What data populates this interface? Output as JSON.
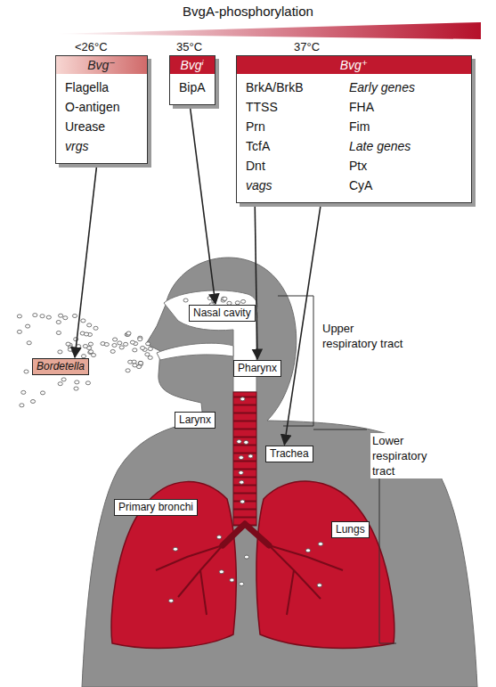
{
  "diagram": {
    "title": "BvgA-phosphorylation",
    "nodes": [
      {
        "text": [
          "Bvg⁻",
          "Flagella",
          "O-antigen",
          "Urease",
          "vrgs"
        ]
      },
      {
        "text": [
          "Bvgⁱ",
          "BipA"
        ]
      },
      {
        "text": [
          "Bvg⁺",
          "BrkA/BrkB",
          "TTSS",
          "Prn",
          "TcfA",
          "Dnt",
          "vags",
          "Early genes",
          "FHA",
          "Fim",
          "Late genes",
          "Ptx",
          "CyA"
        ]
      },
      {
        "text": [
          "Nasal cavity"
        ]
      },
      {
        "text": [
          "Pharynx"
        ]
      },
      {
        "text": [
          "Bordetella"
        ]
      },
      {
        "text": [
          "Larynx"
        ]
      },
      {
        "text": [
          "Trachea"
        ]
      },
      {
        "text": [
          "Primary bronchi"
        ]
      },
      {
        "text": [
          "Lungs"
        ]
      }
    ],
    "edges": [
      {
        "from": 0,
        "to": 5,
        "arrow": "to"
      },
      {
        "from": 1,
        "to": 3,
        "arrow": "to"
      },
      {
        "from": 2,
        "to": 4,
        "arrow": "to"
      },
      {
        "from": 2,
        "to": 7,
        "arrow": "to"
      }
    ],
    "labels": [
      "<26°C",
      "35°C",
      "37°C",
      "Upper respiratory tract",
      "Lower respiratory tract"
    ]
  }
}
